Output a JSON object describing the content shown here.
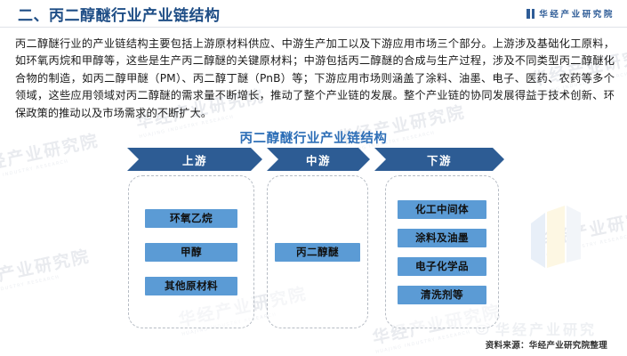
{
  "header": {
    "title": "二、丙二醇醚行业产业链结构",
    "brand_name": "华经产业研究院",
    "brand_icon": "book-icon",
    "title_color": "#1f4e86"
  },
  "intro": {
    "paragraph": "丙二醇醚行业的产业链结构主要包括上游原材料供应、中游生产加工以及下游应用市场三个部分。上游涉及基础化工原料，如环氧丙烷和甲醇等，这些是生产丙二醇醚的关键原材料；中游包括丙二醇醚的合成与生产过程，涉及不同类型丙二醇醚化合物的制造，如丙二醇甲醚（PM）、丙二醇丁醚（PnB）等；下游应用市场则涵盖了涂料、油墨、电子、医药、农药等多个领域，这些应用领域对丙二醇醚的需求量不断增长，推动了整个产业链的发展。整个产业链的协同发展得益于技术创新、环保政策的推动以及市场需求的不断扩大。"
  },
  "figure": {
    "title": "丙二醇醚行业产业链结构",
    "title_color": "#2e6fb7",
    "chevron_color": "#2d5c94",
    "node_color": "#5b9bd5",
    "stages": [
      {
        "label": "上游",
        "nodes": [
          "环氧乙烷",
          "甲醇",
          "其他原材料"
        ]
      },
      {
        "label": "中游",
        "nodes": [
          "丙二醇醚"
        ]
      },
      {
        "label": "下游",
        "nodes": [
          "化工中间体",
          "涂料及油墨",
          "电子化学品",
          "清洗剂等"
        ]
      }
    ],
    "source": "资料来源：华经产业研究院整理"
  },
  "watermark": {
    "text": "华经产业研究院",
    "sub_text": "HUAJING INDUSTRY RESEARCH",
    "weibo_text": "华经产业研究"
  }
}
